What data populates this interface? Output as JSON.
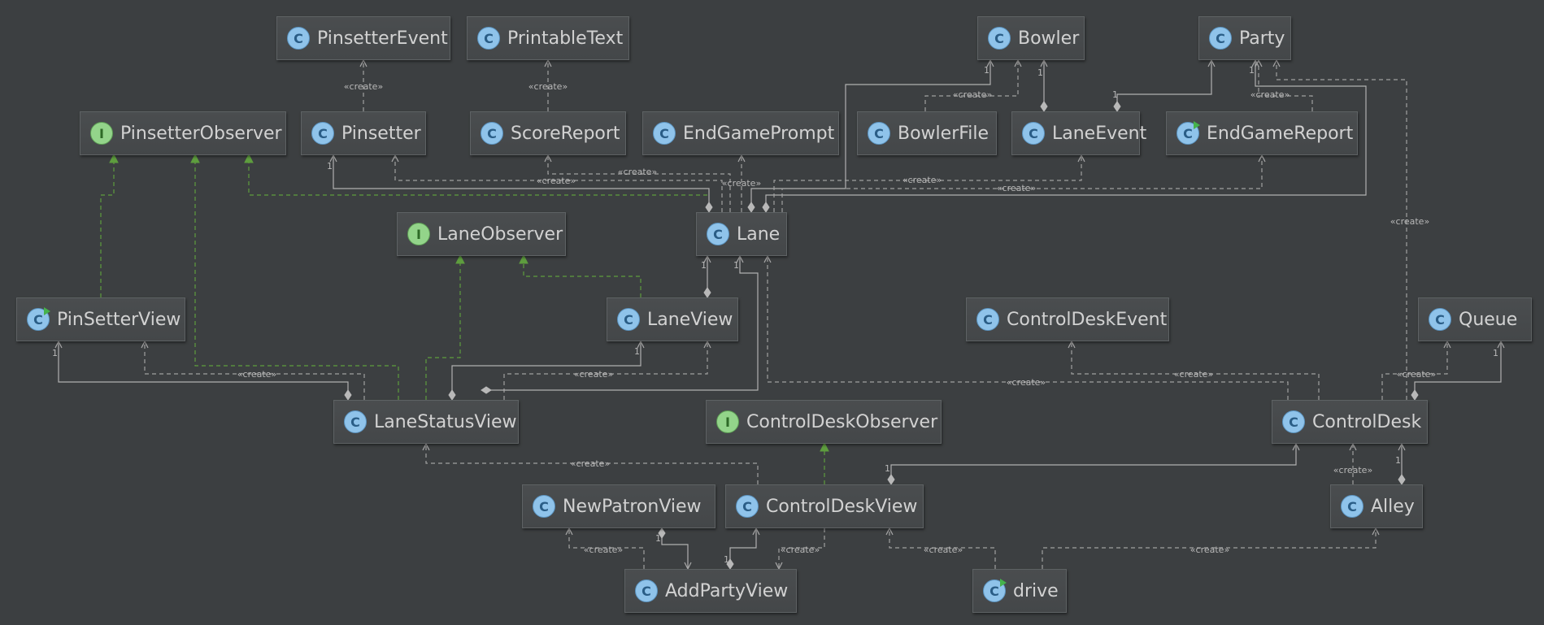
{
  "diagram": {
    "create_label": "«create»",
    "multiplicity": "1",
    "nodes": [
      {
        "id": "pinsetter_event",
        "label": "PinsetterEvent",
        "kind": "class",
        "icon": "class-icon"
      },
      {
        "id": "printable_text",
        "label": "PrintableText",
        "kind": "class",
        "icon": "class-icon"
      },
      {
        "id": "bowler",
        "label": "Bowler",
        "kind": "class",
        "icon": "class-icon"
      },
      {
        "id": "party",
        "label": "Party",
        "kind": "class",
        "icon": "class-icon"
      },
      {
        "id": "pinsetter_observer",
        "label": "PinsetterObserver",
        "kind": "interface",
        "icon": "interface-icon"
      },
      {
        "id": "pinsetter",
        "label": "Pinsetter",
        "kind": "class",
        "icon": "class-icon"
      },
      {
        "id": "score_report",
        "label": "ScoreReport",
        "kind": "class",
        "icon": "class-icon"
      },
      {
        "id": "end_game_prompt",
        "label": "EndGamePrompt",
        "kind": "class",
        "icon": "class-icon"
      },
      {
        "id": "bowler_file",
        "label": "BowlerFile",
        "kind": "class",
        "icon": "class-icon"
      },
      {
        "id": "lane_event",
        "label": "LaneEvent",
        "kind": "class",
        "icon": "class-icon"
      },
      {
        "id": "end_game_report",
        "label": "EndGameReport",
        "kind": "runnable",
        "icon": "runnable-class-icon"
      },
      {
        "id": "lane_observer",
        "label": "LaneObserver",
        "kind": "interface",
        "icon": "interface-icon"
      },
      {
        "id": "lane",
        "label": "Lane",
        "kind": "class",
        "icon": "class-icon"
      },
      {
        "id": "pin_setter_view",
        "label": "PinSetterView",
        "kind": "runnable",
        "icon": "runnable-class-icon"
      },
      {
        "id": "lane_view",
        "label": "LaneView",
        "kind": "class",
        "icon": "class-icon"
      },
      {
        "id": "control_desk_event",
        "label": "ControlDeskEvent",
        "kind": "class",
        "icon": "class-icon"
      },
      {
        "id": "queue",
        "label": "Queue",
        "kind": "class",
        "icon": "class-icon"
      },
      {
        "id": "lane_status_view",
        "label": "LaneStatusView",
        "kind": "class",
        "icon": "class-icon"
      },
      {
        "id": "control_desk_observer",
        "label": "ControlDeskObserver",
        "kind": "interface",
        "icon": "interface-icon"
      },
      {
        "id": "control_desk",
        "label": "ControlDesk",
        "kind": "class",
        "icon": "class-icon"
      },
      {
        "id": "new_patron_view",
        "label": "NewPatronView",
        "kind": "class",
        "icon": "class-icon"
      },
      {
        "id": "control_desk_view",
        "label": "ControlDeskView",
        "kind": "class",
        "icon": "class-icon"
      },
      {
        "id": "alley",
        "label": "Alley",
        "kind": "class",
        "icon": "class-icon"
      },
      {
        "id": "add_party_view",
        "label": "AddPartyView",
        "kind": "class",
        "icon": "class-icon"
      },
      {
        "id": "drive",
        "label": "drive",
        "kind": "runnable",
        "icon": "runnable-class-icon"
      }
    ],
    "edges": [
      {
        "from": "pinsetter",
        "to": "pinsetter_event",
        "type": "create"
      },
      {
        "from": "score_report",
        "to": "printable_text",
        "type": "create"
      },
      {
        "from": "bowler_file",
        "to": "bowler",
        "type": "create"
      },
      {
        "from": "lane_event",
        "to": "bowler",
        "type": "association"
      },
      {
        "from": "lane_event",
        "to": "party",
        "type": "association"
      },
      {
        "from": "end_game_report",
        "to": "party",
        "type": "create"
      },
      {
        "from": "lane",
        "to": "pinsetter",
        "type": "association"
      },
      {
        "from": "lane",
        "to": "pinsetter",
        "type": "create"
      },
      {
        "from": "lane",
        "to": "score_report",
        "type": "create"
      },
      {
        "from": "lane",
        "to": "end_game_prompt",
        "type": "create"
      },
      {
        "from": "lane",
        "to": "bowler",
        "type": "association"
      },
      {
        "from": "lane",
        "to": "party",
        "type": "association"
      },
      {
        "from": "lane",
        "to": "lane_event",
        "type": "create"
      },
      {
        "from": "lane",
        "to": "end_game_report",
        "type": "create"
      },
      {
        "from": "lane",
        "to": "pinsetter_observer",
        "type": "realization"
      },
      {
        "from": "lane_view",
        "to": "lane",
        "type": "association"
      },
      {
        "from": "lane_view",
        "to": "lane_observer",
        "type": "realization"
      },
      {
        "from": "pin_setter_view",
        "to": "pinsetter_observer",
        "type": "realization"
      },
      {
        "from": "lane_status_view",
        "to": "pinsetter_observer",
        "type": "realization"
      },
      {
        "from": "lane_status_view",
        "to": "lane_observer",
        "type": "realization"
      },
      {
        "from": "lane_status_view",
        "to": "pin_setter_view",
        "type": "association"
      },
      {
        "from": "lane_status_view",
        "to": "pin_setter_view",
        "type": "create"
      },
      {
        "from": "lane_status_view",
        "to": "lane_view",
        "type": "association"
      },
      {
        "from": "lane_status_view",
        "to": "lane_view",
        "type": "create"
      },
      {
        "from": "lane_status_view",
        "to": "lane",
        "type": "association"
      },
      {
        "from": "control_desk",
        "to": "lane",
        "type": "create"
      },
      {
        "from": "control_desk",
        "to": "control_desk_event",
        "type": "create"
      },
      {
        "from": "control_desk",
        "to": "queue",
        "type": "association"
      },
      {
        "from": "control_desk",
        "to": "queue",
        "type": "create"
      },
      {
        "from": "control_desk",
        "to": "party",
        "type": "create"
      },
      {
        "from": "alley",
        "to": "control_desk",
        "type": "association"
      },
      {
        "from": "alley",
        "to": "control_desk",
        "type": "create"
      },
      {
        "from": "control_desk_view",
        "to": "control_desk",
        "type": "association"
      },
      {
        "from": "control_desk_view",
        "to": "control_desk_observer",
        "type": "realization"
      },
      {
        "from": "control_desk_view",
        "to": "lane_status_view",
        "type": "create"
      },
      {
        "from": "add_party_view",
        "to": "new_patron_view",
        "type": "create"
      },
      {
        "from": "new_patron_view",
        "to": "add_party_view",
        "type": "association"
      },
      {
        "from": "add_party_view",
        "to": "control_desk_view",
        "type": "association"
      },
      {
        "from": "control_desk_view",
        "to": "add_party_view",
        "type": "create"
      },
      {
        "from": "drive",
        "to": "control_desk_view",
        "type": "create"
      },
      {
        "from": "drive",
        "to": "alley",
        "type": "create"
      }
    ]
  }
}
